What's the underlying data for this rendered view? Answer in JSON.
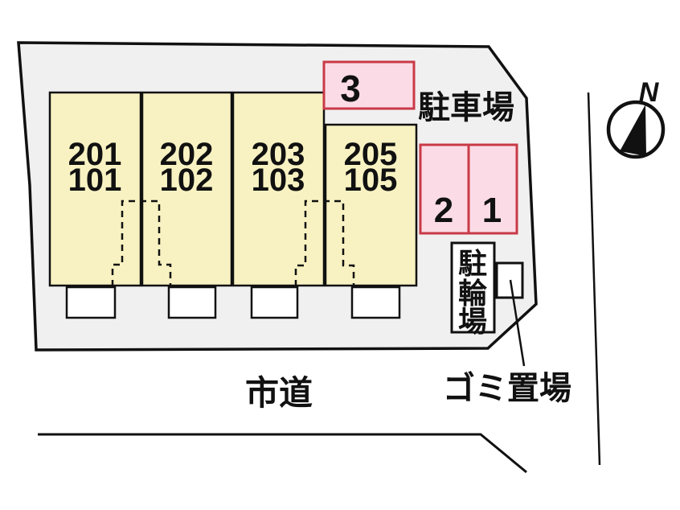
{
  "title": "site-layout-plan",
  "labels": {
    "parking_area": "駐車場",
    "city_road": "市道",
    "garbage_area": "ゴミ置場",
    "north": "N",
    "bicycle_chars": [
      "駐",
      "輪",
      "場"
    ]
  },
  "buildings": [
    {
      "upper": "201",
      "lower": "101"
    },
    {
      "upper": "202",
      "lower": "102"
    },
    {
      "upper": "203",
      "lower": "103"
    },
    {
      "upper": "205",
      "lower": "105"
    }
  ],
  "parking_spaces": [
    {
      "number": "3"
    },
    {
      "number": "2"
    },
    {
      "number": "1"
    }
  ],
  "colors": {
    "site_fill": "#F0F0F0",
    "building_fill": "#F8F2C2",
    "parking_fill": "#FBDCE6",
    "parking_border": "#C93A47",
    "line": "#111111",
    "background": "#FFFFFF"
  }
}
